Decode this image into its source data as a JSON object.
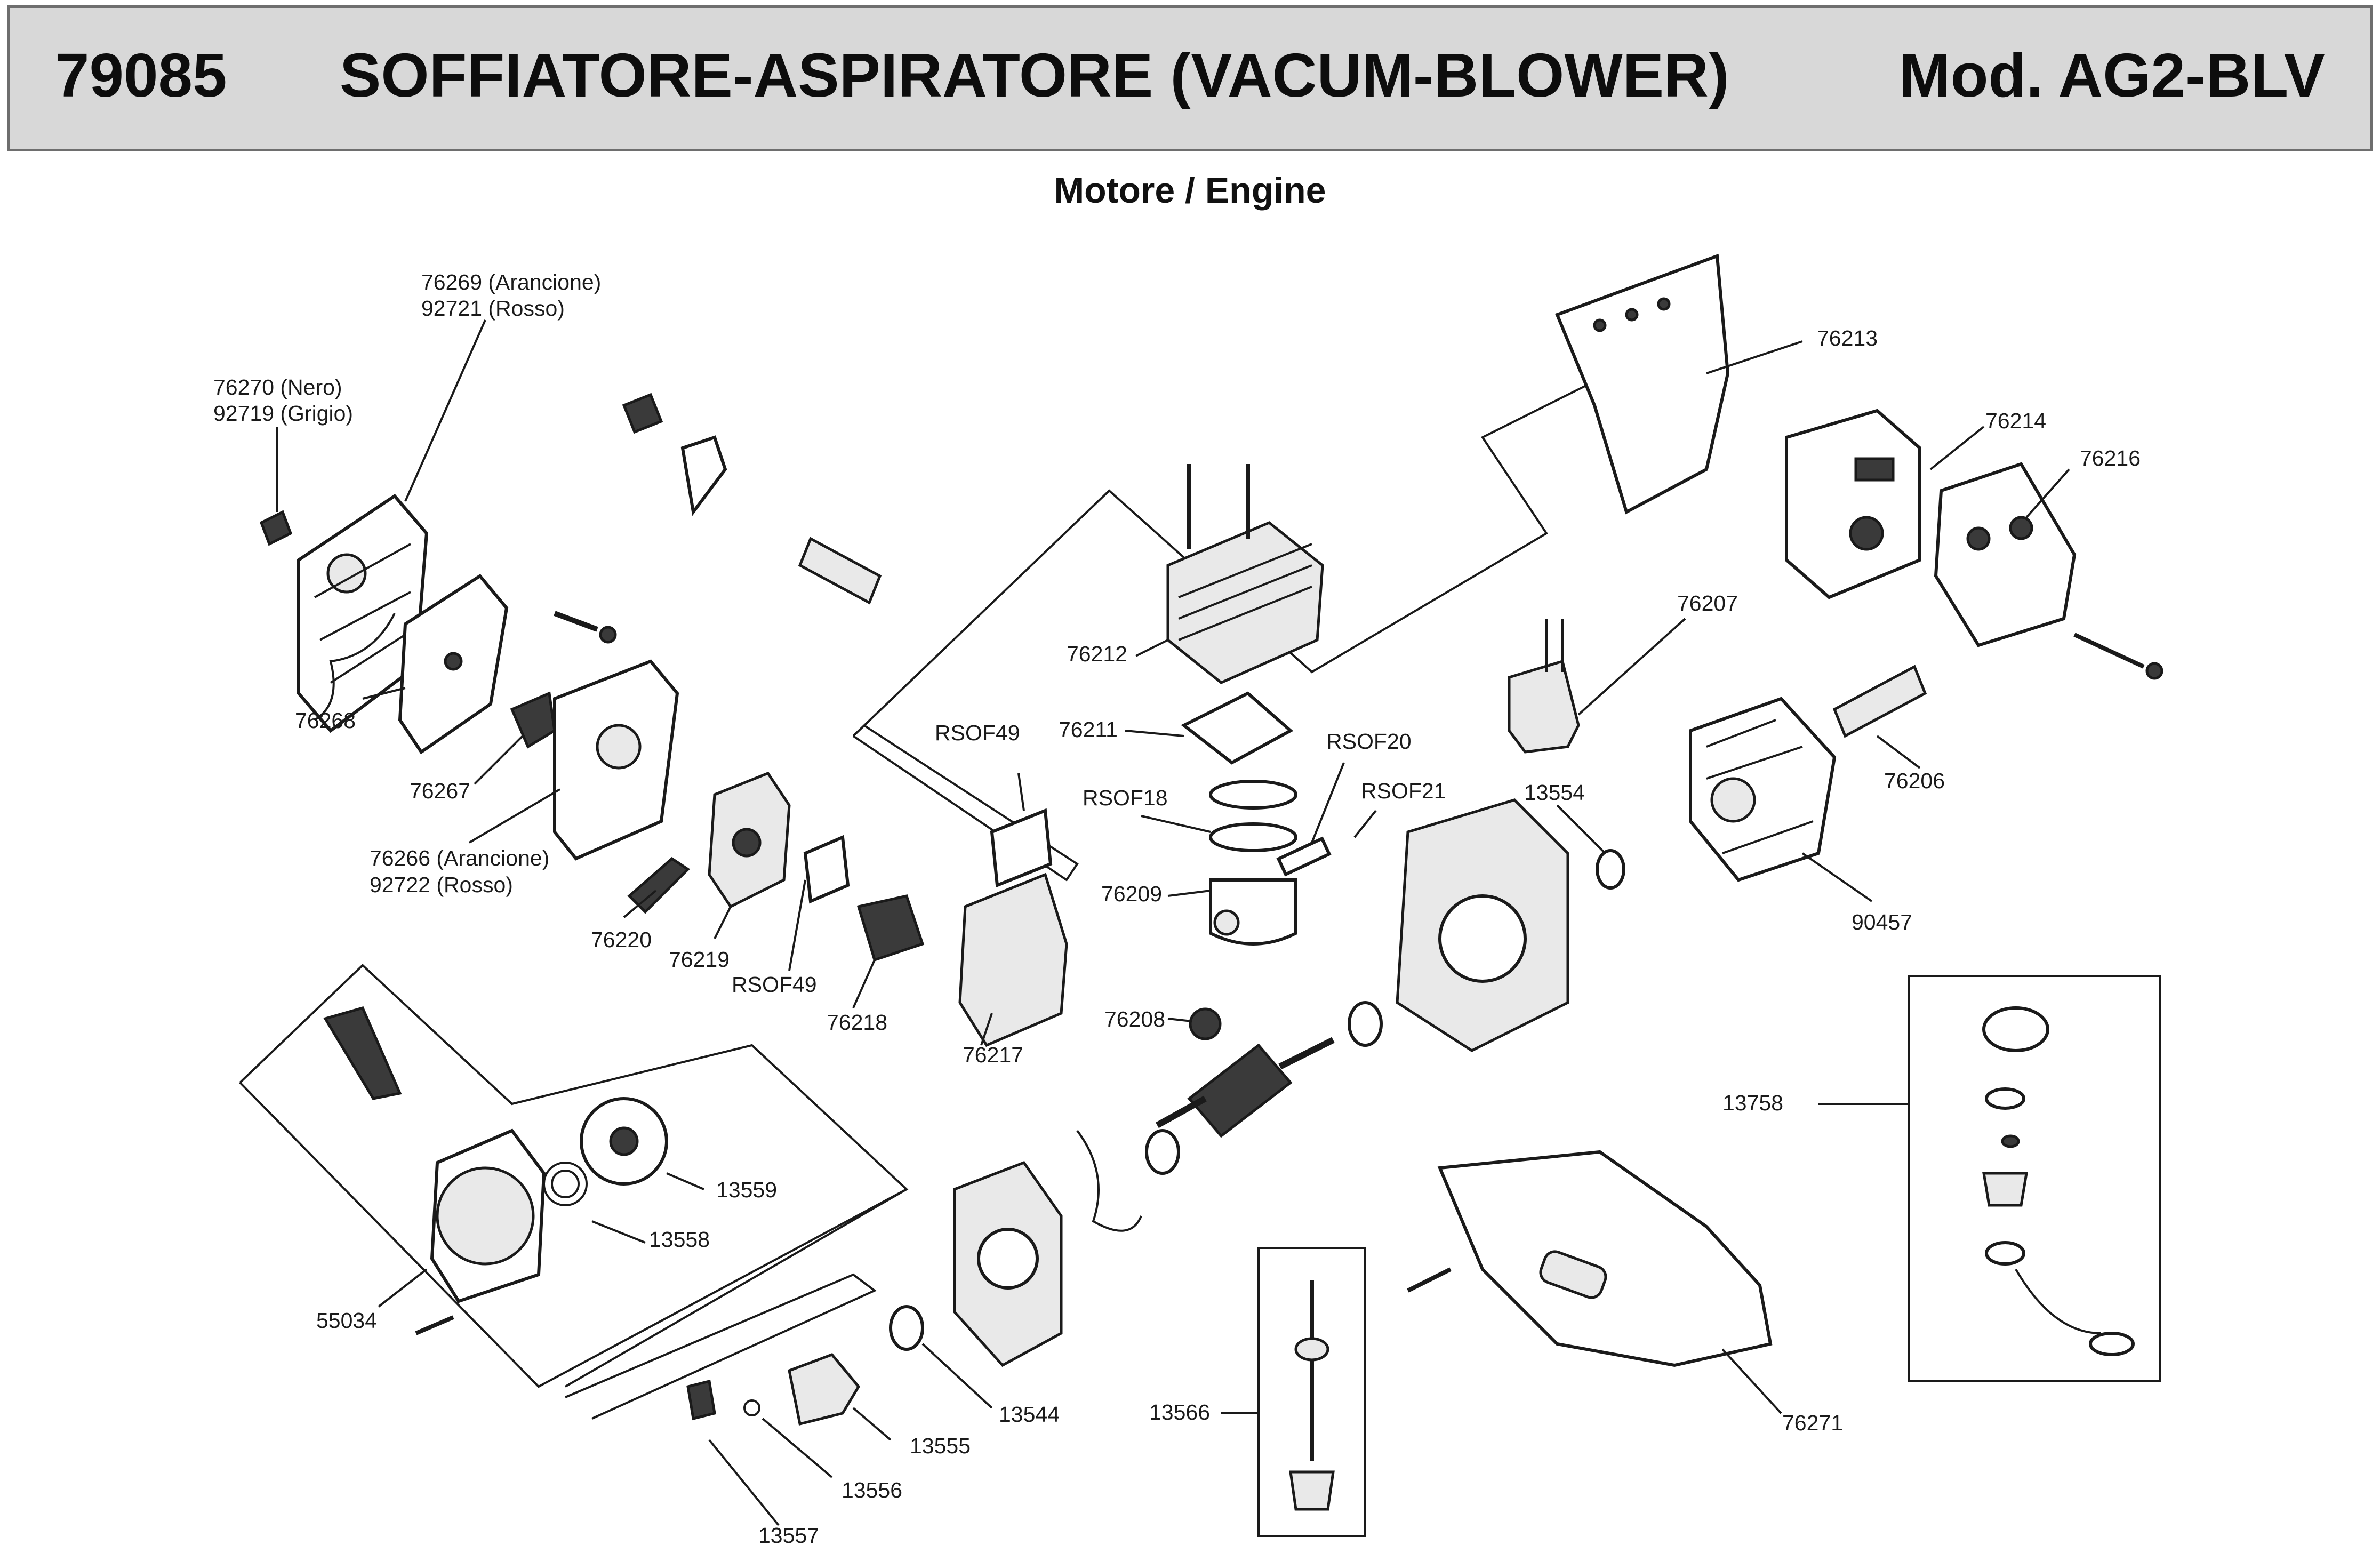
{
  "header": {
    "code": "79085",
    "title": "SOFFIATORE-ASPIRATORE (VACUM-BLOWER)",
    "model": "Mod. AG2-BLV"
  },
  "subtitle": "Motore / Engine",
  "parts": {
    "p76269": "76269 (Arancione)",
    "p92721": "92721 (Rosso)",
    "p76270": "76270 (Nero)",
    "p92719": "92719 (Grigio)",
    "p76268": "76268",
    "p76267": "76267",
    "p76266": "76266 (Arancione)",
    "p92722": "92722 (Rosso)",
    "p76220": "76220",
    "p76219": "76219",
    "rsof49a": "RSOF49",
    "rsof49b": "RSOF49",
    "p76218": "76218",
    "p76217": "76217",
    "p76212": "76212",
    "p76211": "76211",
    "rsof18": "RSOF18",
    "rsof20": "RSOF20",
    "rsof21": "RSOF21",
    "p76209": "76209",
    "p76208": "76208",
    "p76213": "76213",
    "p76214": "76214",
    "p76216": "76216",
    "p76207": "76207",
    "p13554": "13554",
    "p76206": "76206",
    "p90457": "90457",
    "p13758": "13758",
    "p13559": "13559",
    "p13558": "13558",
    "p55034": "55034",
    "p13544": "13544",
    "p13555": "13555",
    "p13556": "13556",
    "p13557": "13557",
    "p13566": "13566",
    "p76271": "76271"
  }
}
